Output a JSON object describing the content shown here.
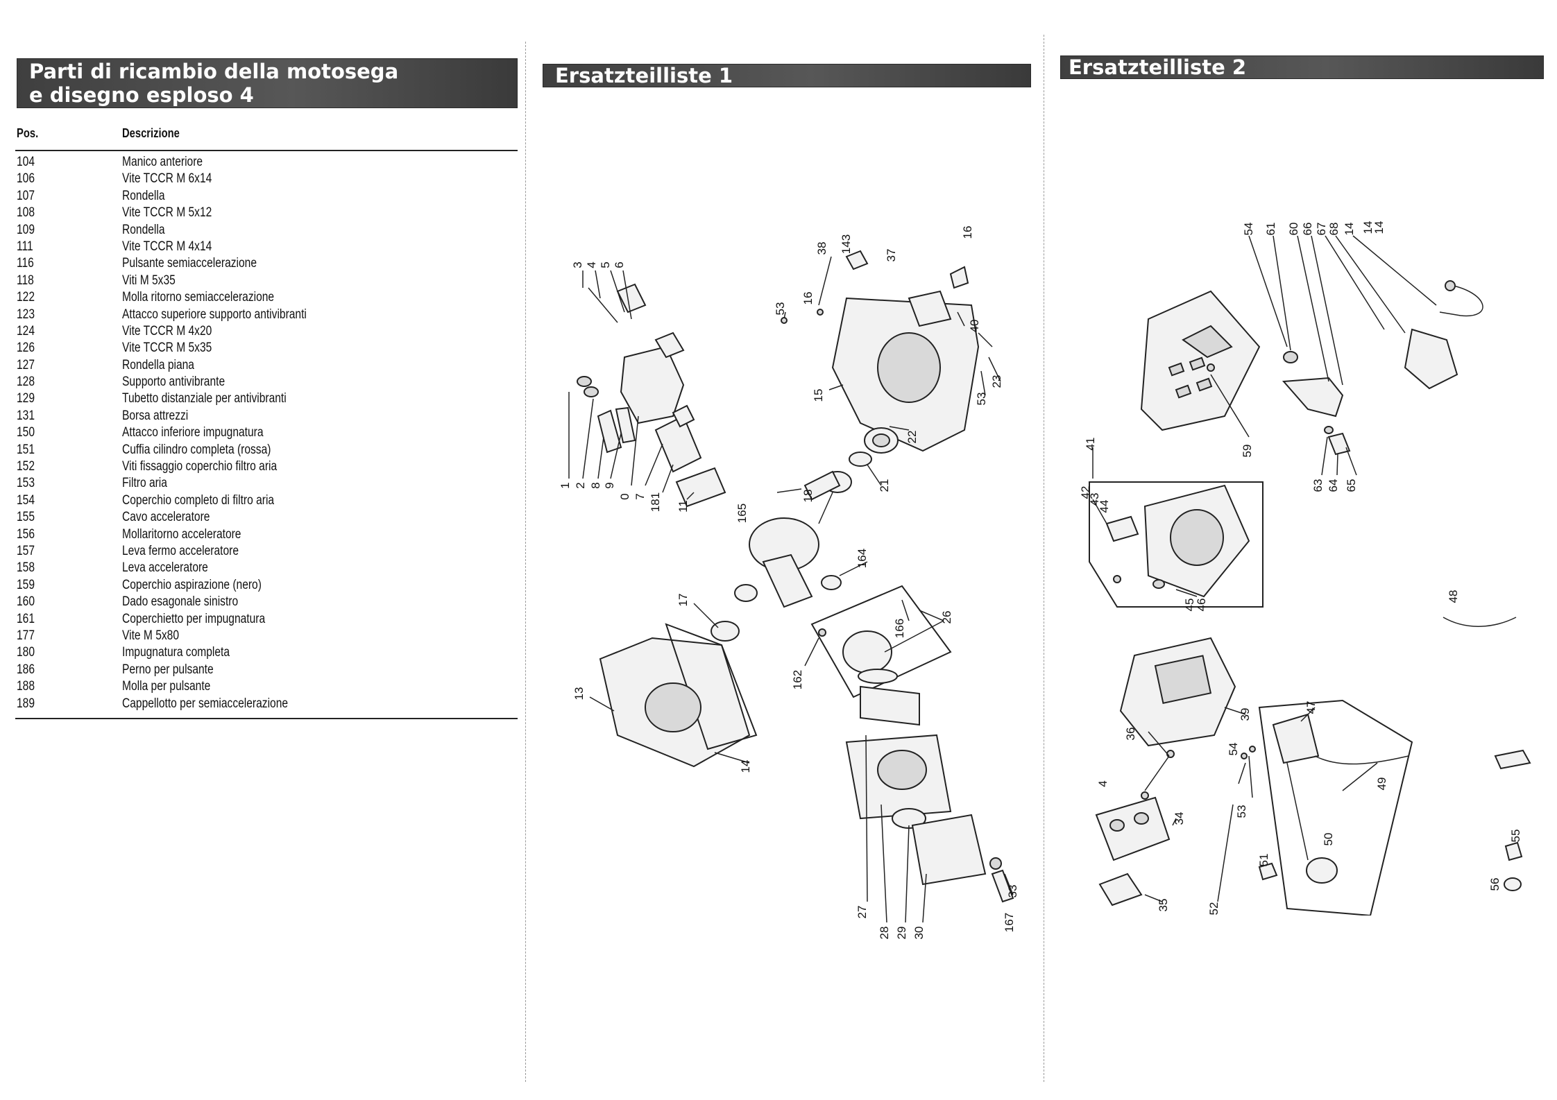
{
  "left_section": {
    "title_line1": "Parti di ricambio della motosega",
    "title_line2": "e disegno esploso 4",
    "col_pos": "Pos.",
    "col_desc": "Descrizione",
    "rows": [
      {
        "pos": "104",
        "desc": "Manico anteriore"
      },
      {
        "pos": "106",
        "desc": "Vite TCCR M 6x14"
      },
      {
        "pos": "107",
        "desc": "Rondella"
      },
      {
        "pos": "108",
        "desc": "Vite TCCR M 5x12"
      },
      {
        "pos": "109",
        "desc": "Rondella"
      },
      {
        "pos": "111",
        "desc": "Vite TCCR M 4x14"
      },
      {
        "pos": "116",
        "desc": "Pulsante semiaccelerazione"
      },
      {
        "pos": "118",
        "desc": "Viti M 5x35"
      },
      {
        "pos": "122",
        "desc": "Molla ritorno semiaccelerazione"
      },
      {
        "pos": "123",
        "desc": "Attacco superiore supporto antivibranti"
      },
      {
        "pos": "124",
        "desc": "Vite TCCR M 4x20"
      },
      {
        "pos": "126",
        "desc": "Vite TCCR M 5x35"
      },
      {
        "pos": "127",
        "desc": "Rondella piana"
      },
      {
        "pos": "128",
        "desc": "Supporto antivibrante"
      },
      {
        "pos": "129",
        "desc": "Tubetto distanziale per antivibranti"
      },
      {
        "pos": "131",
        "desc": "Borsa attrezzi"
      },
      {
        "pos": "150",
        "desc": "Attacco inferiore impugnatura"
      },
      {
        "pos": "151",
        "desc": "Cuffia cilindro completa (rossa)"
      },
      {
        "pos": "152",
        "desc": "Viti fissaggio coperchio filtro aria"
      },
      {
        "pos": "153",
        "desc": "Filtro aria"
      },
      {
        "pos": "154",
        "desc": "Coperchio completo di filtro aria"
      },
      {
        "pos": "155",
        "desc": "Cavo acceleratore"
      },
      {
        "pos": "156",
        "desc": "Mollaritorno acceleratore"
      },
      {
        "pos": "157",
        "desc": "Leva fermo acceleratore"
      },
      {
        "pos": "158",
        "desc": "Leva acceleratore"
      },
      {
        "pos": "159",
        "desc": "Coperchio aspirazione (nero)"
      },
      {
        "pos": "160",
        "desc": "Dado esagonale sinistro"
      },
      {
        "pos": "161",
        "desc": "Coperchietto per impugnatura"
      },
      {
        "pos": "177",
        "desc": "Vite M 5x80"
      },
      {
        "pos": "180",
        "desc": "Impugnatura completa"
      },
      {
        "pos": "186",
        "desc": "Perno per pulsante"
      },
      {
        "pos": "188",
        "desc": "Molla per pulsante"
      },
      {
        "pos": "189",
        "desc": "Cappellotto per semiaccelerazione"
      }
    ]
  },
  "middle_section": {
    "title": "Ersatzteilliste 1",
    "callouts": [
      {
        "id": "c1",
        "text": "1"
      },
      {
        "id": "c2",
        "text": "2"
      },
      {
        "id": "c3",
        "text": "3"
      },
      {
        "id": "c4",
        "text": "4"
      },
      {
        "id": "c5",
        "text": "5"
      },
      {
        "id": "c6",
        "text": "6"
      },
      {
        "id": "c8",
        "text": "8"
      },
      {
        "id": "c9",
        "text": "9"
      },
      {
        "id": "c0",
        "text": "0"
      },
      {
        "id": "c7",
        "text": "7"
      },
      {
        "id": "c181",
        "text": "181"
      },
      {
        "id": "c11",
        "text": "11"
      },
      {
        "id": "c38",
        "text": "38"
      },
      {
        "id": "c143",
        "text": "143"
      },
      {
        "id": "c37",
        "text": "37"
      },
      {
        "id": "c16a",
        "text": "16"
      },
      {
        "id": "c53a",
        "text": "53"
      },
      {
        "id": "c16b",
        "text": "16"
      },
      {
        "id": "c40",
        "text": "40"
      },
      {
        "id": "c23",
        "text": "23"
      },
      {
        "id": "c53b",
        "text": "53"
      },
      {
        "id": "c15",
        "text": "15"
      },
      {
        "id": "c22",
        "text": "22"
      },
      {
        "id": "c18",
        "text": "18"
      },
      {
        "id": "c21",
        "text": "21"
      },
      {
        "id": "c165",
        "text": "165"
      },
      {
        "id": "c164",
        "text": "164"
      },
      {
        "id": "c17",
        "text": "17"
      },
      {
        "id": "c26",
        "text": "26"
      },
      {
        "id": "c166",
        "text": "166"
      },
      {
        "id": "c162",
        "text": "162"
      },
      {
        "id": "c13",
        "text": "13"
      },
      {
        "id": "c14",
        "text": "14"
      },
      {
        "id": "c27",
        "text": "27"
      },
      {
        "id": "c28",
        "text": "28"
      },
      {
        "id": "c29",
        "text": "29"
      },
      {
        "id": "c30",
        "text": "30"
      },
      {
        "id": "c33",
        "text": "33"
      },
      {
        "id": "c167",
        "text": "167"
      }
    ]
  },
  "right_section": {
    "title": "Ersatzteilliste 2",
    "callouts": [
      {
        "id": "r54a",
        "text": "54"
      },
      {
        "id": "r61",
        "text": "61"
      },
      {
        "id": "r60",
        "text": "60"
      },
      {
        "id": "r66",
        "text": "66"
      },
      {
        "id": "r67",
        "text": "67"
      },
      {
        "id": "r68",
        "text": "68"
      },
      {
        "id": "r14a",
        "text": "14"
      },
      {
        "id": "r14b",
        "text": "14"
      },
      {
        "id": "r14c",
        "text": "14"
      },
      {
        "id": "r59",
        "text": "59"
      },
      {
        "id": "r63",
        "text": "63"
      },
      {
        "id": "r64",
        "text": "64"
      },
      {
        "id": "r65",
        "text": "65"
      },
      {
        "id": "r41",
        "text": "41"
      },
      {
        "id": "r42",
        "text": "42"
      },
      {
        "id": "r43",
        "text": "43"
      },
      {
        "id": "r44",
        "text": "44"
      },
      {
        "id": "r45",
        "text": "45"
      },
      {
        "id": "r46",
        "text": "46"
      },
      {
        "id": "r48",
        "text": "48"
      },
      {
        "id": "r39",
        "text": "39"
      },
      {
        "id": "r36",
        "text": "36"
      },
      {
        "id": "r4",
        "text": "4"
      },
      {
        "id": "r34",
        "text": "34"
      },
      {
        "id": "r35",
        "text": "35"
      },
      {
        "id": "r47",
        "text": "47"
      },
      {
        "id": "r54b",
        "text": "54"
      },
      {
        "id": "r53",
        "text": "53"
      },
      {
        "id": "r49",
        "text": "49"
      },
      {
        "id": "r50",
        "text": "50"
      },
      {
        "id": "r51",
        "text": "51"
      },
      {
        "id": "r52",
        "text": "52"
      },
      {
        "id": "r55",
        "text": "55"
      },
      {
        "id": "r56",
        "text": "56"
      }
    ]
  }
}
